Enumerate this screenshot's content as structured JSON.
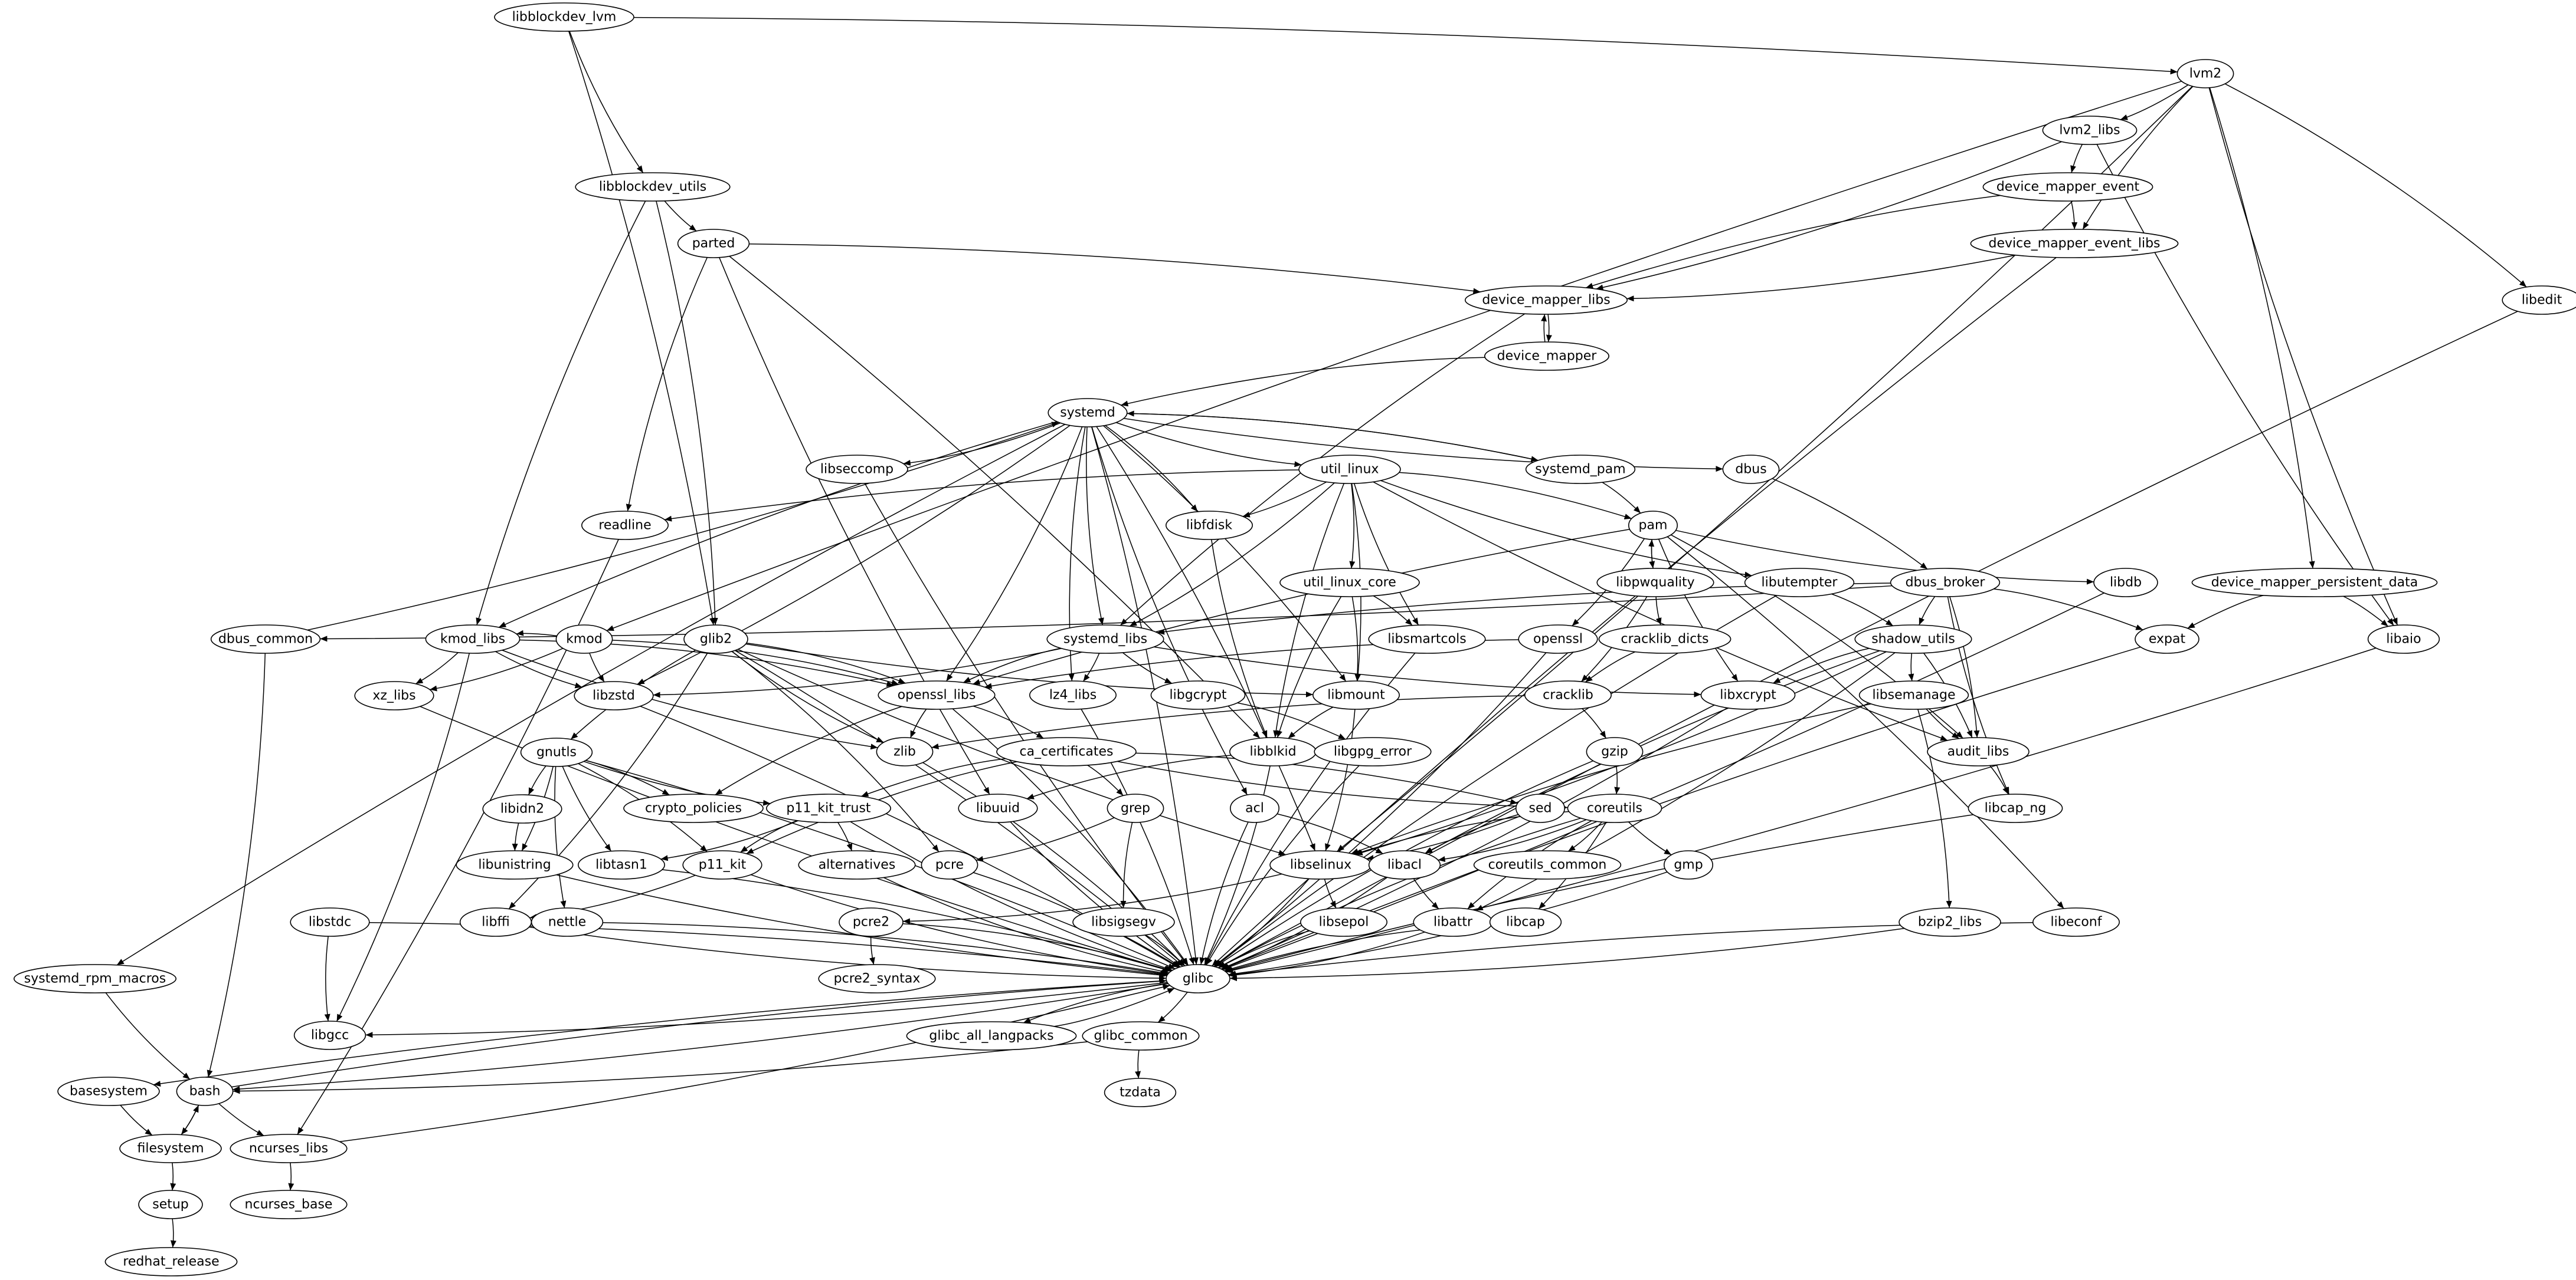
{
  "graph": {
    "type": "directed-dependency-graph",
    "colors": {
      "line": "#000000",
      "node_fill": "#ffffff",
      "background": "#ffffff"
    },
    "nodes": [
      "libblockdev_lvm",
      "lvm2",
      "lvm2_libs",
      "libblockdev_utils",
      "device_mapper_event",
      "parted",
      "device_mapper_event_libs",
      "device_mapper_libs",
      "libedit",
      "device_mapper",
      "systemd",
      "libseccomp",
      "util_linux",
      "systemd_pam",
      "dbus",
      "readline",
      "libfdisk",
      "pam",
      "util_linux_core",
      "libpwquality",
      "libutempter",
      "dbus_broker",
      "libdb",
      "device_mapper_persistent_data",
      "dbus_common",
      "kmod_libs",
      "kmod",
      "glib2",
      "systemd_libs",
      "libsmartcols",
      "openssl",
      "cracklib_dicts",
      "shadow_utils",
      "expat",
      "libaio",
      "xz_libs",
      "libzstd",
      "openssl_libs",
      "lz4_libs",
      "libgcrypt",
      "libmount",
      "cracklib",
      "libxcrypt",
      "libsemanage",
      "gnutls",
      "zlib",
      "ca_certificates",
      "libblkid",
      "libgpg_error",
      "gzip",
      "audit_libs",
      "libidn2",
      "crypto_policies",
      "p11_kit_trust",
      "libuuid",
      "grep",
      "acl",
      "sed",
      "coreutils",
      "libcap_ng",
      "libunistring",
      "libtasn1",
      "p11_kit",
      "alternatives",
      "pcre",
      "libselinux",
      "libacl",
      "coreutils_common",
      "gmp",
      "libstdc",
      "libffi",
      "nettle",
      "pcre2",
      "libsigsegv",
      "libsepol",
      "libattr",
      "libcap",
      "bzip2_libs",
      "libeconf",
      "systemd_rpm_macros",
      "glibc",
      "pcre2_syntax",
      "libgcc",
      "glibc_all_langpacks",
      "glibc_common",
      "basesystem",
      "bash",
      "tzdata",
      "filesystem",
      "ncurses_libs",
      "setup",
      "ncurses_base",
      "redhat_release"
    ],
    "edges": [
      [
        "libblockdev_lvm",
        "lvm2"
      ],
      [
        "libblockdev_lvm",
        "libblockdev_utils"
      ],
      [
        "libblockdev_lvm",
        "glib2"
      ],
      [
        "libblockdev_utils",
        "parted"
      ],
      [
        "libblockdev_utils",
        "glib2"
      ],
      [
        "libblockdev_utils",
        "kmod_libs"
      ],
      [
        "parted",
        "device_mapper_libs"
      ],
      [
        "parted",
        "readline"
      ],
      [
        "parted",
        "libblkid"
      ],
      [
        "parted",
        "libuuid"
      ],
      [
        "lvm2",
        "lvm2_libs"
      ],
      [
        "lvm2",
        "device_mapper_event_libs"
      ],
      [
        "lvm2",
        "device_mapper_persistent_data"
      ],
      [
        "lvm2",
        "libaio"
      ],
      [
        "lvm2",
        "libedit"
      ],
      [
        "lvm2",
        "kmod"
      ],
      [
        "lvm2",
        "libselinux"
      ],
      [
        "lvm2_libs",
        "device_mapper_event"
      ],
      [
        "lvm2_libs",
        "device_mapper_libs"
      ],
      [
        "lvm2_libs",
        "libaio"
      ],
      [
        "device_mapper_event",
        "device_mapper_event_libs"
      ],
      [
        "device_mapper_event",
        "device_mapper_libs"
      ],
      [
        "device_mapper_event_libs",
        "device_mapper_libs"
      ],
      [
        "device_mapper_event_libs",
        "glibc"
      ],
      [
        "device_mapper_libs",
        "device_mapper"
      ],
      [
        "device_mapper_libs",
        "systemd_libs"
      ],
      [
        "device_mapper",
        "device_mapper_libs"
      ],
      [
        "device_mapper",
        "systemd"
      ],
      [
        "systemd",
        "libseccomp"
      ],
      [
        "systemd",
        "util_linux"
      ],
      [
        "systemd",
        "systemd_pam"
      ],
      [
        "systemd",
        "dbus"
      ],
      [
        "systemd",
        "libfdisk"
      ],
      [
        "systemd",
        "systemd_libs"
      ],
      [
        "systemd",
        "openssl_libs"
      ],
      [
        "systemd",
        "lz4_libs"
      ],
      [
        "systemd",
        "libmount"
      ],
      [
        "systemd",
        "acl"
      ],
      [
        "systemd",
        "libselinux"
      ],
      [
        "systemd",
        "kmod_libs"
      ],
      [
        "systemd",
        "libzstd"
      ],
      [
        "systemd",
        "systemd_rpm_macros"
      ],
      [
        "systemd",
        "glibc"
      ],
      [
        "systemd_pam",
        "systemd"
      ],
      [
        "systemd_pam",
        "pam"
      ],
      [
        "dbus_common",
        "systemd"
      ],
      [
        "dbus_common",
        "bash"
      ],
      [
        "libseccomp",
        "glibc"
      ],
      [
        "util_linux",
        "util_linux_core"
      ],
      [
        "util_linux",
        "libsmartcols"
      ],
      [
        "util_linux",
        "libmount"
      ],
      [
        "util_linux",
        "libblkid"
      ],
      [
        "util_linux",
        "pam"
      ],
      [
        "util_linux",
        "libutempter"
      ],
      [
        "util_linux",
        "systemd_libs"
      ],
      [
        "util_linux",
        "readline"
      ],
      [
        "util_linux",
        "libfdisk"
      ],
      [
        "util_linux",
        "audit_libs"
      ],
      [
        "util_linux_core",
        "libmount"
      ],
      [
        "util_linux_core",
        "libblkid"
      ],
      [
        "util_linux_core",
        "libsmartcols"
      ],
      [
        "libfdisk",
        "libblkid"
      ],
      [
        "readline",
        "ncurses_libs"
      ],
      [
        "pam",
        "libpwquality"
      ],
      [
        "pam",
        "openssl"
      ],
      [
        "pam",
        "libxcrypt"
      ],
      [
        "pam",
        "audit_libs"
      ],
      [
        "pam",
        "libdb"
      ],
      [
        "pam",
        "libeconf"
      ],
      [
        "pam",
        "openssl_libs"
      ],
      [
        "libpwquality",
        "pam"
      ],
      [
        "libpwquality",
        "cracklib_dicts"
      ],
      [
        "libpwquality",
        "cracklib"
      ],
      [
        "cracklib_dicts",
        "cracklib"
      ],
      [
        "cracklib",
        "gzip"
      ],
      [
        "cracklib",
        "zlib"
      ],
      [
        "libutempter",
        "shadow_utils"
      ],
      [
        "libutempter",
        "glibc"
      ],
      [
        "dbus",
        "dbus_broker"
      ],
      [
        "dbus_broker",
        "shadow_utils"
      ],
      [
        "dbus_broker",
        "expat"
      ],
      [
        "dbus_broker",
        "libcap_ng"
      ],
      [
        "dbus_broker",
        "audit_libs"
      ],
      [
        "dbus_broker",
        "systemd_libs"
      ],
      [
        "dbus_broker",
        "dbus_common"
      ],
      [
        "shadow_utils",
        "libsemanage"
      ],
      [
        "shadow_utils",
        "audit_libs"
      ],
      [
        "shadow_utils",
        "libxcrypt"
      ],
      [
        "shadow_utils",
        "libselinux"
      ],
      [
        "shadow_utils",
        "libacl"
      ],
      [
        "shadow_utils",
        "libattr"
      ],
      [
        "libsemanage",
        "audit_libs"
      ],
      [
        "libsemanage",
        "bzip2_libs"
      ],
      [
        "libsemanage",
        "libselinux"
      ],
      [
        "audit_libs",
        "libcap_ng"
      ],
      [
        "device_mapper_persistent_data",
        "expat"
      ],
      [
        "device_mapper_persistent_data",
        "libaio"
      ],
      [
        "openssl",
        "openssl_libs"
      ],
      [
        "openssl",
        "glibc"
      ],
      [
        "systemd_libs",
        "openssl_libs"
      ],
      [
        "systemd_libs",
        "lz4_libs"
      ],
      [
        "systemd_libs",
        "libgcrypt"
      ],
      [
        "systemd_libs",
        "libzstd"
      ],
      [
        "systemd_libs",
        "libxcrypt"
      ],
      [
        "libgcrypt",
        "libgpg_error"
      ],
      [
        "libmount",
        "libblkid"
      ],
      [
        "libmount",
        "libselinux"
      ],
      [
        "libblkid",
        "libuuid"
      ],
      [
        "libblkid",
        "glibc"
      ],
      [
        "glib2",
        "gnutls"
      ],
      [
        "glib2",
        "libffi"
      ],
      [
        "glib2",
        "libmount"
      ],
      [
        "glib2",
        "openssl_libs"
      ],
      [
        "glib2",
        "zlib"
      ],
      [
        "glib2",
        "pcre"
      ],
      [
        "glib2",
        "libselinux"
      ],
      [
        "glib2",
        "glibc"
      ],
      [
        "gnutls",
        "libidn2"
      ],
      [
        "gnutls",
        "libunistring"
      ],
      [
        "gnutls",
        "libtasn1"
      ],
      [
        "gnutls",
        "crypto_policies"
      ],
      [
        "gnutls",
        "p11_kit_trust"
      ],
      [
        "gnutls",
        "p11_kit"
      ],
      [
        "gnutls",
        "nettle"
      ],
      [
        "gnutls",
        "glibc"
      ],
      [
        "libidn2",
        "libunistring"
      ],
      [
        "kmod_libs",
        "xz_libs"
      ],
      [
        "kmod_libs",
        "libzstd"
      ],
      [
        "kmod_libs",
        "openssl_libs"
      ],
      [
        "kmod_libs",
        "zlib"
      ],
      [
        "kmod_libs",
        "libgcc"
      ],
      [
        "kmod",
        "kmod_libs"
      ],
      [
        "kmod",
        "xz_libs"
      ],
      [
        "kmod",
        "libzstd"
      ],
      [
        "kmod",
        "openssl_libs"
      ],
      [
        "openssl_libs",
        "zlib"
      ],
      [
        "openssl_libs",
        "ca_certificates"
      ],
      [
        "openssl_libs",
        "crypto_policies"
      ],
      [
        "openssl_libs",
        "glibc"
      ],
      [
        "ca_certificates",
        "p11_kit_trust"
      ],
      [
        "ca_certificates",
        "grep"
      ],
      [
        "ca_certificates",
        "p11_kit"
      ],
      [
        "ca_certificates",
        "sed"
      ],
      [
        "ca_certificates",
        "coreutils"
      ],
      [
        "p11_kit_trust",
        "libtasn1"
      ],
      [
        "p11_kit_trust",
        "p11_kit"
      ],
      [
        "p11_kit_trust",
        "alternatives"
      ],
      [
        "p11_kit_trust",
        "glibc"
      ],
      [
        "p11_kit",
        "libffi"
      ],
      [
        "p11_kit",
        "glibc"
      ],
      [
        "grep",
        "pcre"
      ],
      [
        "grep",
        "libsigsegv"
      ],
      [
        "acl",
        "libacl"
      ],
      [
        "acl",
        "glibc"
      ],
      [
        "sed",
        "libselinux"
      ],
      [
        "sed",
        "libacl"
      ],
      [
        "gzip",
        "coreutils"
      ],
      [
        "gzip",
        "glibc"
      ],
      [
        "coreutils",
        "libacl"
      ],
      [
        "coreutils",
        "libselinux"
      ],
      [
        "coreutils",
        "coreutils_common"
      ],
      [
        "coreutils",
        "gmp"
      ],
      [
        "coreutils",
        "libcap"
      ],
      [
        "coreutils",
        "libattr"
      ],
      [
        "libselinux",
        "pcre2"
      ],
      [
        "libselinux",
        "libsepol"
      ],
      [
        "libselinux",
        "glibc"
      ],
      [
        "libacl",
        "libattr"
      ],
      [
        "libacl",
        "glibc"
      ],
      [
        "pcre2",
        "pcre2_syntax"
      ],
      [
        "pcre2",
        "glibc"
      ],
      [
        "libstdc",
        "libgcc"
      ],
      [
        "libstdc",
        "glibc"
      ],
      [
        "xz_libs",
        "glibc"
      ],
      [
        "libzstd",
        "glibc"
      ],
      [
        "libunistring",
        "glibc"
      ],
      [
        "libtasn1",
        "glibc"
      ],
      [
        "libffi",
        "glibc"
      ],
      [
        "nettle",
        "glibc"
      ],
      [
        "alternatives",
        "glibc"
      ],
      [
        "pcre",
        "glibc"
      ],
      [
        "libuuid",
        "glibc"
      ],
      [
        "libsigsegv",
        "glibc"
      ],
      [
        "libsepol",
        "glibc"
      ],
      [
        "libattr",
        "glibc"
      ],
      [
        "libcap",
        "glibc"
      ],
      [
        "gmp",
        "glibc"
      ],
      [
        "libsmartcols",
        "glibc"
      ],
      [
        "libxcrypt",
        "glibc"
      ],
      [
        "libcap_ng",
        "glibc"
      ],
      [
        "bzip2_libs",
        "glibc"
      ],
      [
        "libeconf",
        "glibc"
      ],
      [
        "libdb",
        "glibc"
      ],
      [
        "expat",
        "glibc"
      ],
      [
        "libaio",
        "glibc"
      ],
      [
        "libedit",
        "glibc"
      ],
      [
        "lz4_libs",
        "glibc"
      ],
      [
        "libgpg_error",
        "glibc"
      ],
      [
        "zlib",
        "glibc"
      ],
      [
        "coreutils",
        "glibc"
      ],
      [
        "glibc",
        "libgcc"
      ],
      [
        "glibc",
        "basesystem"
      ],
      [
        "glibc",
        "bash"
      ],
      [
        "glibc",
        "glibc_all_langpacks"
      ],
      [
        "glibc",
        "glibc_common"
      ],
      [
        "glibc_all_langpacks",
        "glibc"
      ],
      [
        "glibc_common",
        "bash"
      ],
      [
        "glibc_common",
        "tzdata"
      ],
      [
        "bash",
        "filesystem"
      ],
      [
        "bash",
        "ncurses_libs"
      ],
      [
        "bash",
        "glibc"
      ],
      [
        "ncurses_libs",
        "glibc"
      ],
      [
        "ncurses_libs",
        "ncurses_base"
      ],
      [
        "filesystem",
        "bash"
      ],
      [
        "filesystem",
        "setup"
      ],
      [
        "basesystem",
        "filesystem"
      ],
      [
        "setup",
        "redhat_release"
      ],
      [
        "systemd_rpm_macros",
        "bash"
      ]
    ]
  }
}
